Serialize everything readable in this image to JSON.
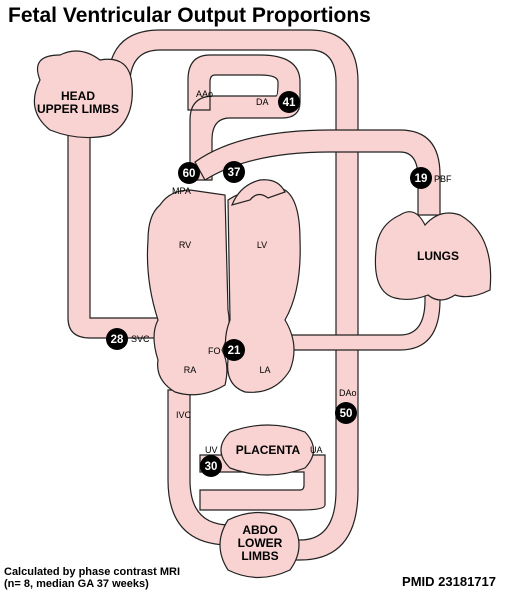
{
  "title": "Fetal Ventricular Output Proportions",
  "colors": {
    "vessel_fill": "#f8d3d1",
    "outline": "#222222",
    "badge": "#000000",
    "badge_text": "#ffffff"
  },
  "organs": {
    "head_line1": "HEAD",
    "head_line2": "UPPER LIMBS",
    "lungs": "LUNGS",
    "placenta": "PLACENTA",
    "abdo_line1": "ABDO",
    "abdo_line2": "LOWER",
    "abdo_line3": "LIMBS"
  },
  "chambers": {
    "rv": "RV",
    "lv": "LV",
    "ra": "RA",
    "la": "LA"
  },
  "vessels": {
    "aao": "AAo",
    "da": "DA",
    "mpa": "MPA",
    "pbf": "PBF",
    "svc": "SVC",
    "fo": "FO",
    "ivc": "IVC",
    "dao": "DAo",
    "uv": "UV",
    "ua": "UA"
  },
  "flows": {
    "da": "41",
    "mpa": "60",
    "aao": "37",
    "pbf": "19",
    "svc": "28",
    "fo": "21",
    "dao": "50",
    "uv": "30"
  },
  "footer": {
    "method_line1": "Calculated by phase contrast MRI",
    "method_line2": "(n= 8, median GA 37 weeks)",
    "pmid": "PMID 23181717"
  }
}
